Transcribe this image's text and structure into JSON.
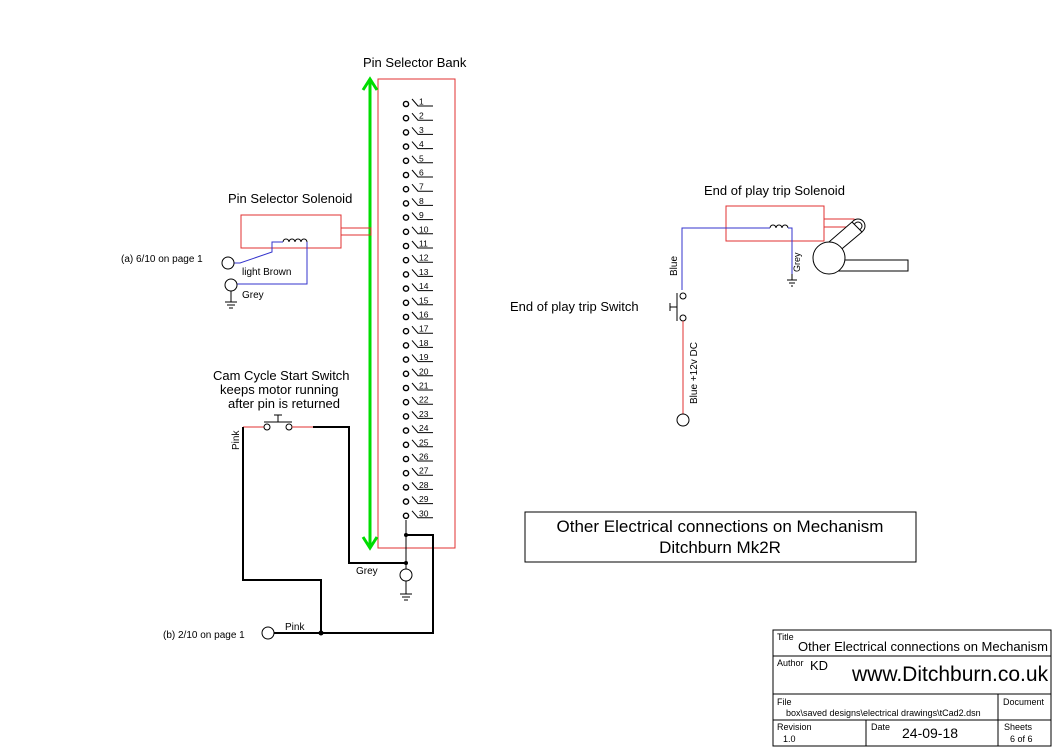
{
  "labels": {
    "pin_bank": "Pin Selector Bank",
    "pin_solenoid": "Pin Selector Solenoid",
    "page1_ref_a": "(a) 6/10 on page 1",
    "light_brown": "light Brown",
    "grey_left": "Grey",
    "cam_switch_1": "Cam Cycle Start Switch",
    "cam_switch_2": "keeps motor running",
    "cam_switch_3": "after pin is returned",
    "pink_vertical": "Pink",
    "grey_bottom": "Grey",
    "page1_ref_b": "(b) 2/10 on page 1",
    "pink_bottom": "Pink",
    "trip_solenoid": "End of play trip Solenoid",
    "blue": "Blue",
    "grey_right": "Grey",
    "trip_switch": "End of play trip Switch",
    "blue_12v": "Blue +12v DC"
  },
  "pins": [
    "1",
    "2",
    "3",
    "4",
    "5",
    "6",
    "7",
    "8",
    "9",
    "10",
    "11",
    "12",
    "13",
    "14",
    "15",
    "16",
    "17",
    "18",
    "19",
    "20",
    "21",
    "22",
    "23",
    "24",
    "25",
    "26",
    "27",
    "28",
    "29",
    "30"
  ],
  "caption": {
    "line1": "Other Electrical connections on Mechanism",
    "line2": "Ditchburn Mk2R"
  },
  "title_block": {
    "title_label": "Title",
    "title": "Other Electrical connections on Mechanism",
    "author_label": "Author",
    "author": "KD",
    "website": "www.Ditchburn.co.uk",
    "file_label": "File",
    "document_label": "Document",
    "file_path": "box\\saved designs\\electrical drawings\\tCad2.dsn",
    "revision_label": "Revision",
    "revision": "1.0",
    "date_label": "Date",
    "date": "24-09-18",
    "sheets_label": "Sheets",
    "sheets": "6 of 6"
  },
  "colors": {
    "wire": "#000000",
    "blue_wire": "#3333cc",
    "red_outline": "#e03030",
    "green_arrow": "#00dd00"
  }
}
